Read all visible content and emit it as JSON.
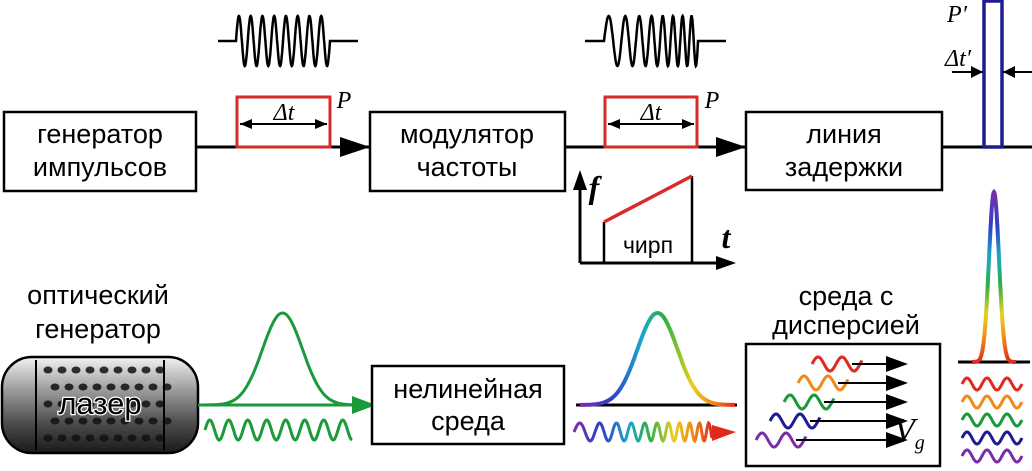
{
  "top_row": {
    "pulse_generator": {
      "line1": "генератор",
      "line2": "импульсов"
    },
    "frequency_modulator": {
      "line1": "модулятор",
      "line2": "частоты"
    },
    "delay_line": {
      "line1": "линия",
      "line2": "задержки"
    },
    "pulse_1": {
      "delta_label": "Δt",
      "power_label": "P"
    },
    "pulse_2": {
      "delta_label": "Δt",
      "power_label": "P"
    },
    "compressed_pulse": {
      "delta_label": "Δt′",
      "power_label": "P′"
    },
    "chirp_plot": {
      "y_axis": "f",
      "x_axis": "t",
      "label": "чирп"
    }
  },
  "bottom_row": {
    "optical_generator": {
      "line1": "оптический",
      "line2": "генератор"
    },
    "laser": {
      "label": "лазер"
    },
    "nonlinear_medium": {
      "line1": "нелинейная",
      "line2": "среда"
    },
    "dispersive_medium": {
      "line1": "среда с",
      "line2": "дисперсией",
      "group_velocity": "V",
      "group_velocity_sub": "g"
    }
  },
  "colors": {
    "pulse_frame": "#d62b2b",
    "compressed_frame": "#1d1d8f",
    "laser_beam": "#1a9a3a",
    "chirp_line": "#d62b2b",
    "ink": "#000000"
  }
}
